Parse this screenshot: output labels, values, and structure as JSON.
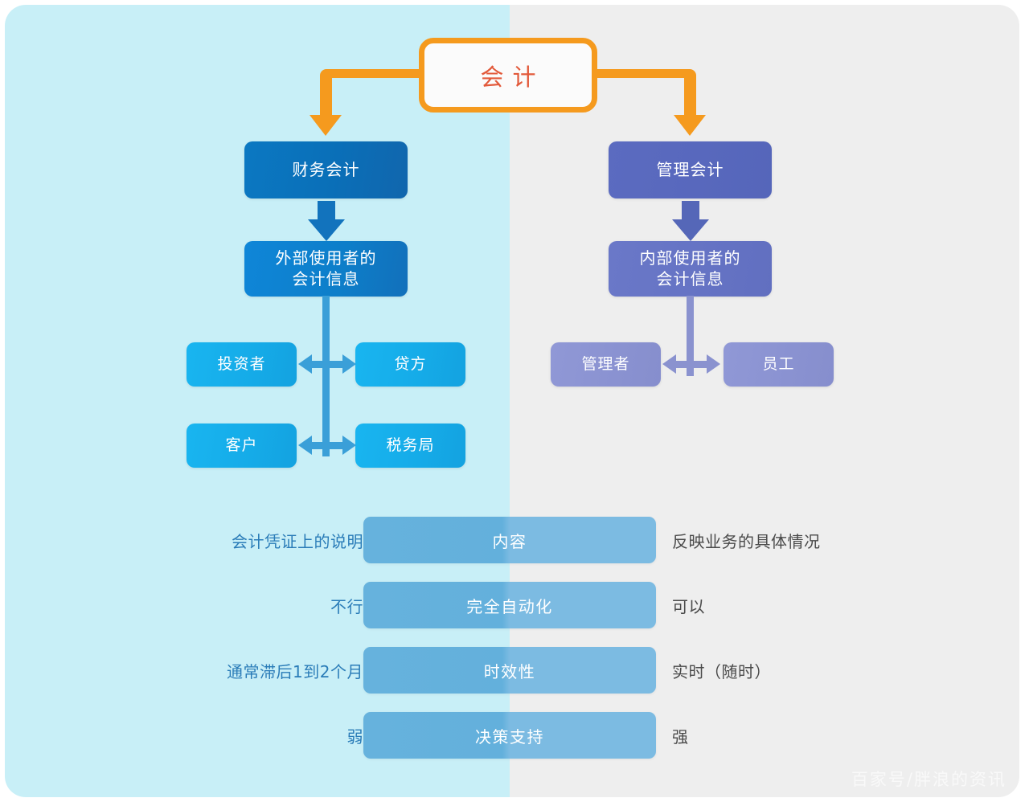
{
  "background": {
    "left_panel_color": "#c8eff7",
    "right_panel_color": "#eeeeee",
    "page_color": "#ffffff"
  },
  "title": {
    "label": "会计",
    "border_color": "#f59a1e",
    "text_color": "#e2593a",
    "fill_color": "#fbfbfb"
  },
  "branches": {
    "left": {
      "heading": "财务会计",
      "info": "外部使用者的\n会计信息",
      "users": [
        "投资者",
        "贷方",
        "客户",
        "税务局"
      ],
      "accent_color": "#0b78c2",
      "leaf_color": "#15abe8"
    },
    "right": {
      "heading": "管理会计",
      "info": "内部使用者的\n会计信息",
      "users": [
        "管理者",
        "员工"
      ],
      "accent_color": "#5b6bc0",
      "leaf_color": "#8a92d1"
    }
  },
  "comparison": {
    "bar_color": "#6cb4dd",
    "left_text_color": "#2a7cb8",
    "right_text_color": "#4a4a4a",
    "rows": [
      {
        "left": "会计凭证上的说明",
        "center": "内容",
        "right": "反映业务的具体情况"
      },
      {
        "left": "不行",
        "center": "完全自动化",
        "right": "可以"
      },
      {
        "left": "通常滞后1到2个月",
        "center": "时效性",
        "right": "实时（随时）"
      },
      {
        "left": "弱",
        "center": "决策支持",
        "right": "强"
      }
    ]
  },
  "watermark": {
    "text": "百家号/胖浪的资讯"
  }
}
